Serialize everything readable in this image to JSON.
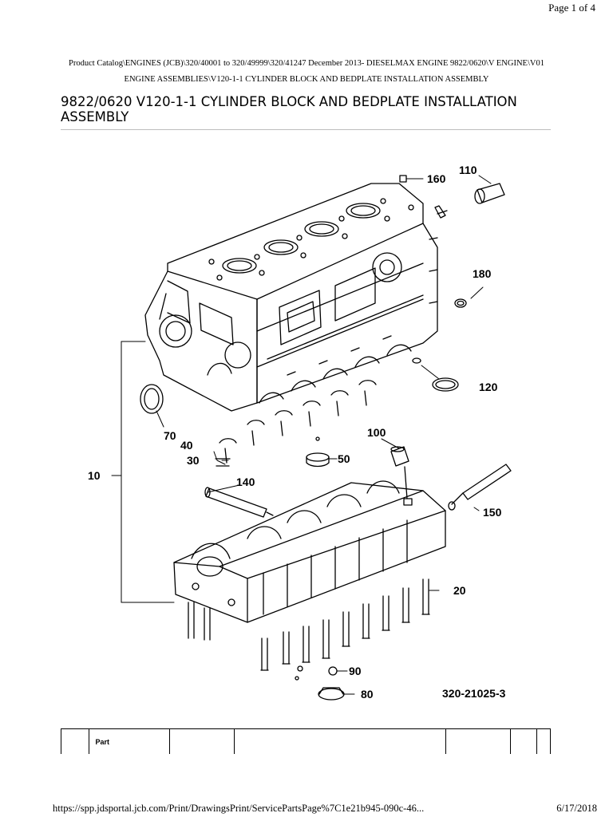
{
  "header": {
    "page_indicator": "Page 1 of 4"
  },
  "breadcrumb": {
    "line1": "Product Catalog\\ENGINES (JCB)\\320/40001 to 320/49999\\320/41247 December 2013- DIESELMAX ENGINE 9822/0620\\V ENGINE\\V01",
    "line2": "ENGINE ASSEMBLIES\\V120-1-1 CYLINDER BLOCK AND BEDPLATE INSTALLATION ASSEMBLY"
  },
  "title": {
    "line1": "9822/0620 V120-1-1 CYLINDER BLOCK AND BEDPLATE INSTALLATION",
    "line2": "ASSEMBLY"
  },
  "diagram": {
    "callouts": {
      "c160": "160",
      "c110": "110",
      "c180": "180",
      "c120": "120",
      "c70": "70",
      "c40": "40",
      "c30": "30",
      "c100": "100",
      "c50": "50",
      "c10": "10",
      "c140": "140",
      "c150": "150",
      "c20": "20",
      "c90": "90",
      "c80": "80"
    },
    "drawing_number": "320-21025-3"
  },
  "table": {
    "header_part": "Part"
  },
  "footer": {
    "url": "https://spp.jdsportal.jcb.com/Print/DrawingsPrint/ServicePartsPage%7C1e21b945-090c-46...",
    "date": "6/17/2018"
  }
}
